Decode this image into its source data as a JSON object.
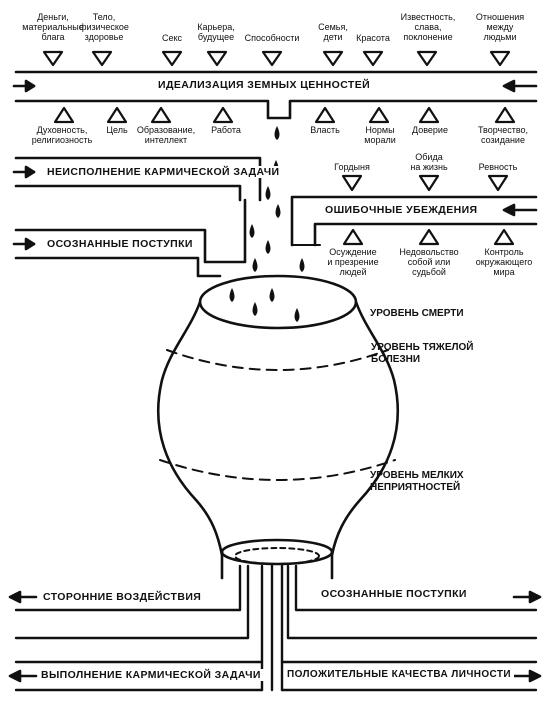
{
  "top_values": [
    "Деньги,\nматериальные\nблага",
    "Тело,\nфизическое\nздоровье",
    "Секс",
    "Карьера,\nбудущее",
    "Способности",
    "Семья,\nдети",
    "Красота",
    "Известность,\nслава,\nпоклонение",
    "Отношения\nмежду\nлюдьми"
  ],
  "idealization_bar": "ИДЕАЛИЗАЦИЯ ЗЕМНЫХ ЦЕННОСТЕЙ",
  "lower_values": [
    "Духовность,\nрелигиозность",
    "Цель",
    "Образование,\nинтеллект",
    "Работа",
    "Власть",
    "Нормы\nморали",
    "Доверие",
    "Творчество,\nсозидание"
  ],
  "karmic_failure_bar": "НЕИСПОЛНЕНИЕ КАРМИЧЕСКОЙ ЗАДАЧИ",
  "emotions": [
    "Гордыня",
    "Обида\nна жизнь",
    "Ревность"
  ],
  "wrong_beliefs_bar": "ОШИБОЧНЫЕ УБЕЖДЕНИЯ",
  "consequences": [
    "Осуждение\nи презрение\nлюдей",
    "Недовольство\nсобой или\nсудьбой",
    "Контроль\nокружающего\nмира"
  ],
  "conscious_actions_top": "ОСОЗНАННЫЕ ПОСТУПКИ",
  "levels": [
    "УРОВЕНЬ СМЕРТИ",
    "УРОВЕНЬ ТЯЖЕЛОЙ\nБОЛЕЗНИ",
    "УРОВЕНЬ МЕЛКИХ\nНЕПРИЯТНОСТЕЙ"
  ],
  "external_influences_bar": "СТОРОННИЕ ВОЗДЕЙСТВИЯ",
  "conscious_actions_bottom": "ОСОЗНАННЫЕ ПОСТУПКИ",
  "karmic_fulfillment_bar": "ВЫПОЛНЕНИЕ КАРМИЧЕСКОЙ ЗАДАЧИ",
  "positive_qualities_bar": "ПОЛОЖИТЕЛЬНЫЕ КАЧЕСТВА ЛИЧНОСТИ"
}
